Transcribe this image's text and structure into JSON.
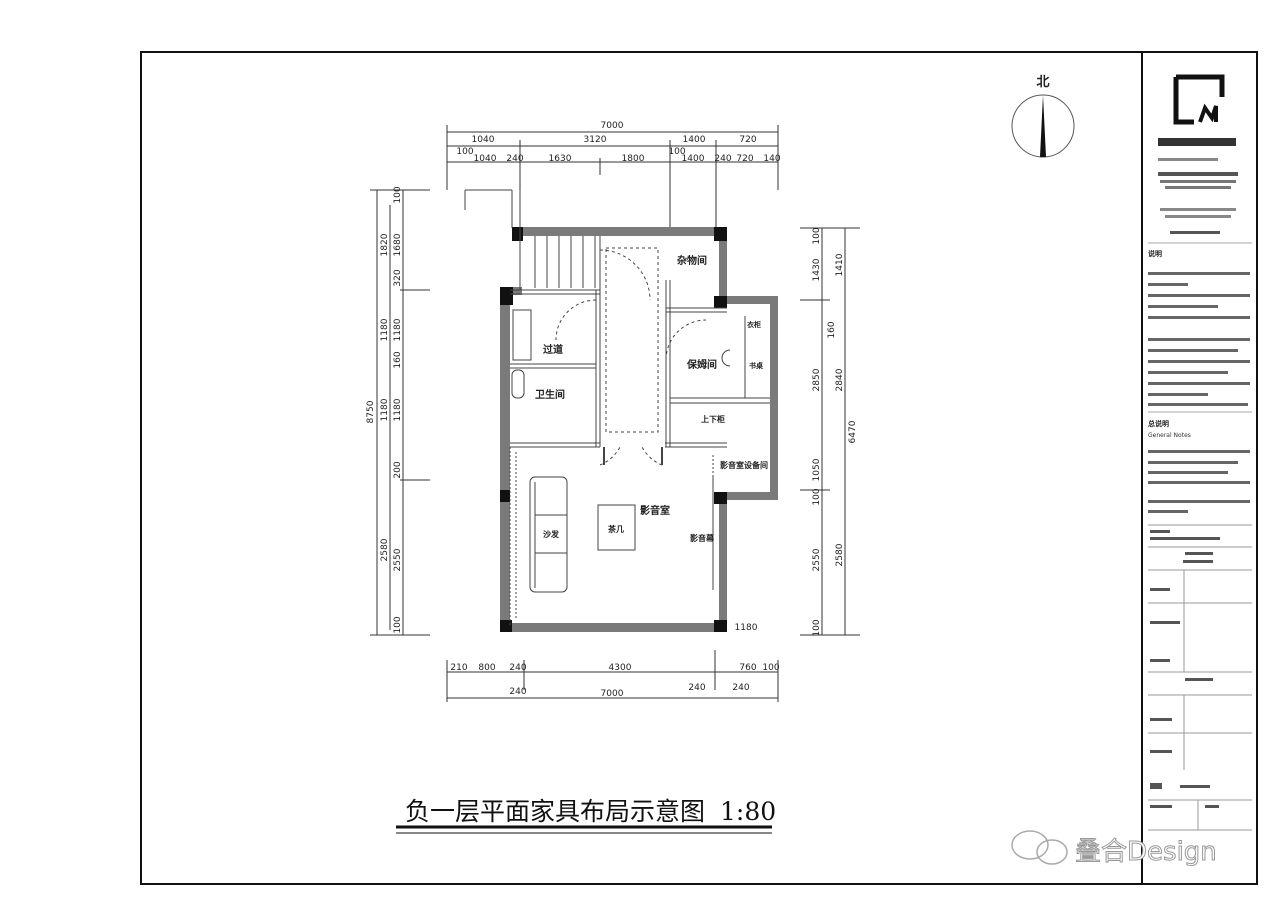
{
  "drawing": {
    "title": "负一层平面家具布局示意图",
    "scale": "1:80",
    "north_label": "北",
    "watermark": "叠合Design"
  },
  "dimensions": {
    "top_total": "7000",
    "top_row": [
      "1040",
      "3120",
      "1400",
      "720"
    ],
    "top_detail": [
      "100",
      "1040",
      "240",
      "1630",
      "1800",
      "100",
      "1400",
      "240",
      "720",
      "140"
    ],
    "left_total": "8750",
    "left_row": [
      "1820",
      "1180",
      "1180",
      "2580"
    ],
    "left_detail": [
      "100",
      "1680",
      "320",
      "1180",
      "160",
      "1180",
      "200",
      "2550",
      "100"
    ],
    "right_total": "6470",
    "right_row": [
      "1410",
      "2840",
      "2580"
    ],
    "right_detail": [
      "100",
      "1430",
      "160",
      "2850",
      "1050",
      "100",
      "2550",
      "100"
    ],
    "bottom_row": [
      "210",
      "800",
      "240",
      "4300",
      "760",
      "100"
    ],
    "bottom_detail": [
      "240",
      "240",
      "240"
    ],
    "bottom_total": "7000",
    "misc": "1180"
  },
  "rooms": [
    {
      "label": "杂物间"
    },
    {
      "label": "过道"
    },
    {
      "label": "卫生间"
    },
    {
      "label": "保姆间"
    },
    {
      "label": "衣柜"
    },
    {
      "label": "书桌"
    },
    {
      "label": "上下柜"
    },
    {
      "label": "影音室设备间"
    },
    {
      "label": "影音室"
    },
    {
      "label": "茶几"
    },
    {
      "label": "影音幕"
    },
    {
      "label": "沙发"
    }
  ],
  "title_block": {
    "notes_heading": "说明",
    "general_heading": "总说明",
    "general_sub": "General Notes"
  },
  "colors": {
    "wall": "#7a7a7a",
    "pillar": "#111111",
    "line": "#333333"
  }
}
